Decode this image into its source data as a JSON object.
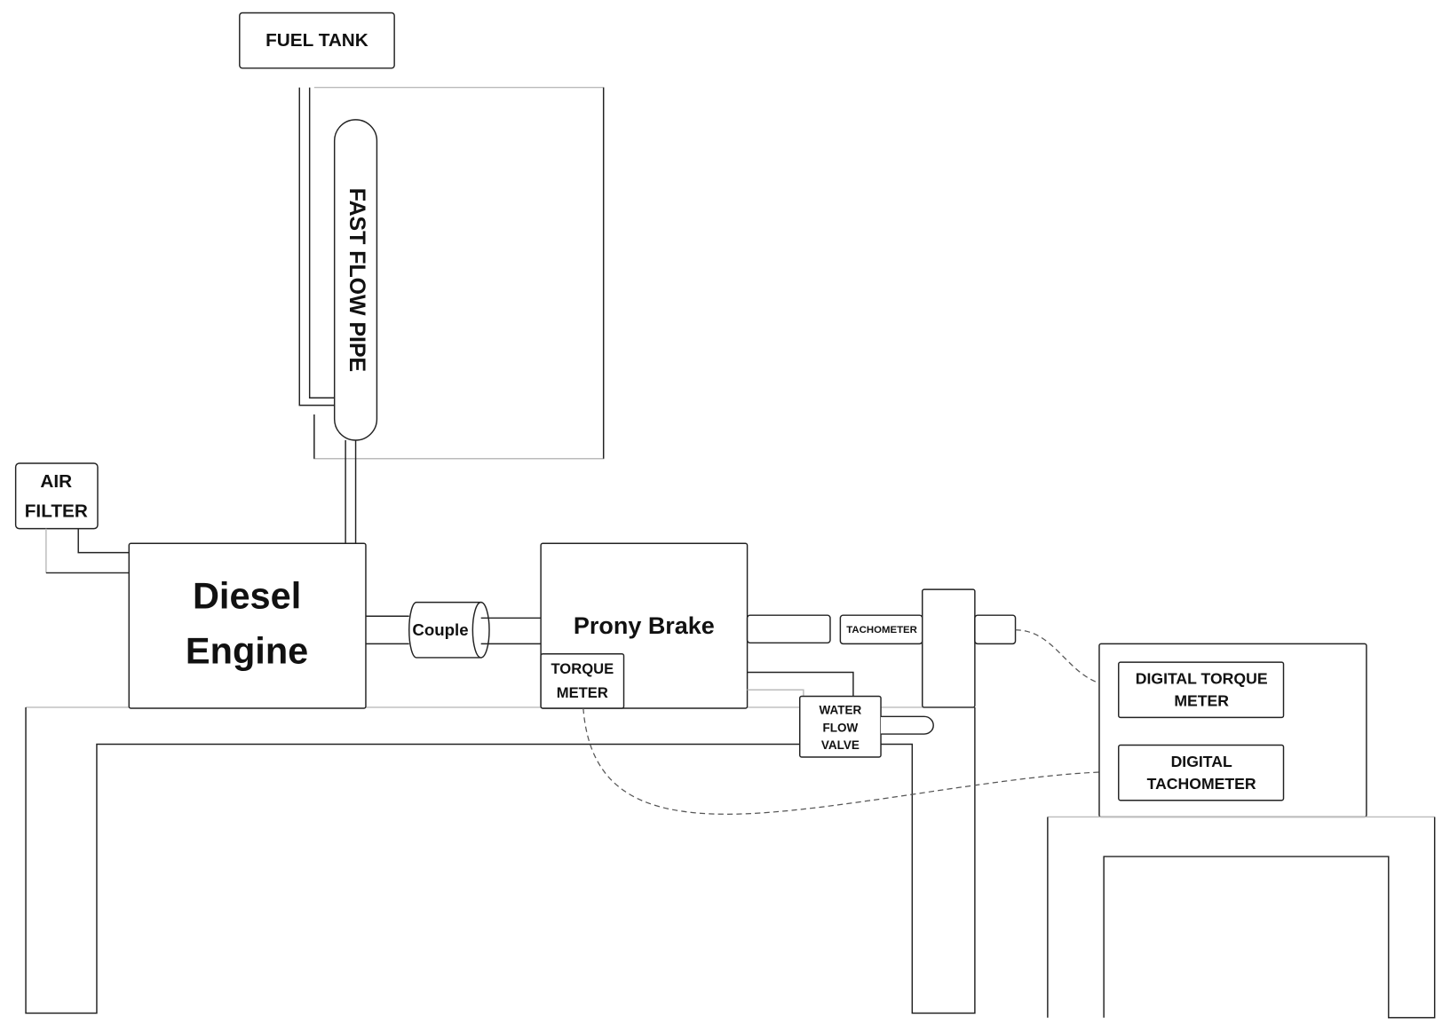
{
  "diagram": {
    "fuel_tank": "FUEL TANK",
    "fast_flow_pipe": "FAST FLOW PIPE",
    "air_filter": [
      "AIR",
      "FILTER"
    ],
    "diesel_engine": [
      "Diesel",
      "Engine"
    ],
    "couple": "Couple",
    "prony_brake": "Prony Brake",
    "torque_meter": [
      "TORQUE",
      "METER"
    ],
    "tachometer": "TACHOMETER",
    "water_flow_valve": [
      "WATER",
      "FLOW",
      "VALVE"
    ],
    "digital_torque_meter": [
      "DIGITAL TORQUE",
      "METER"
    ],
    "digital_tachometer": [
      "DIGITAL",
      "TACHOMETER"
    ]
  },
  "colors": {
    "line": "#222222",
    "background": "#ffffff"
  }
}
